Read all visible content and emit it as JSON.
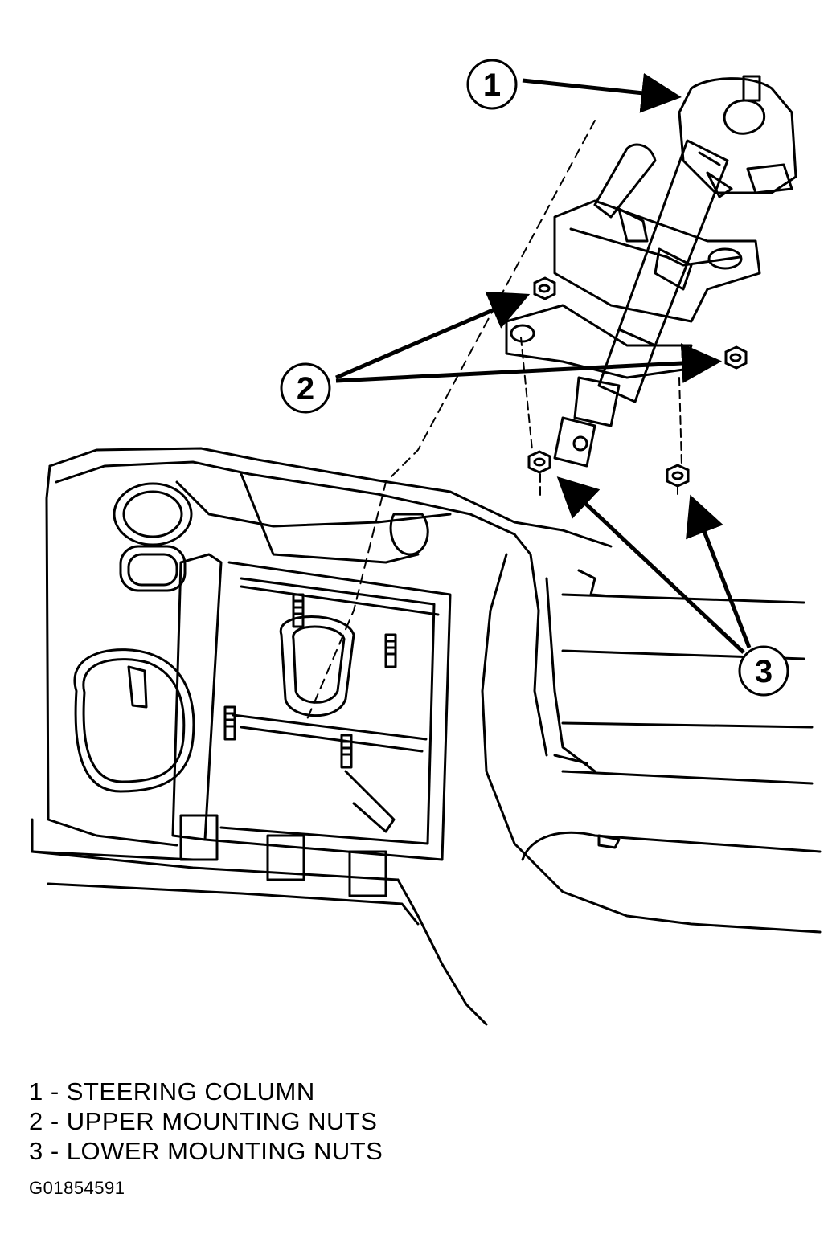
{
  "callouts": [
    {
      "number": "1"
    },
    {
      "number": "2"
    },
    {
      "number": "3"
    }
  ],
  "legend": [
    {
      "text": "1 - STEERING COLUMN"
    },
    {
      "text": "2 - UPPER MOUNTING NUTS"
    },
    {
      "text": "3 - LOWER MOUNTING NUTS"
    }
  ],
  "figure_id": "G01854591",
  "colors": {
    "ink": "#000000",
    "background": "#ffffff"
  }
}
